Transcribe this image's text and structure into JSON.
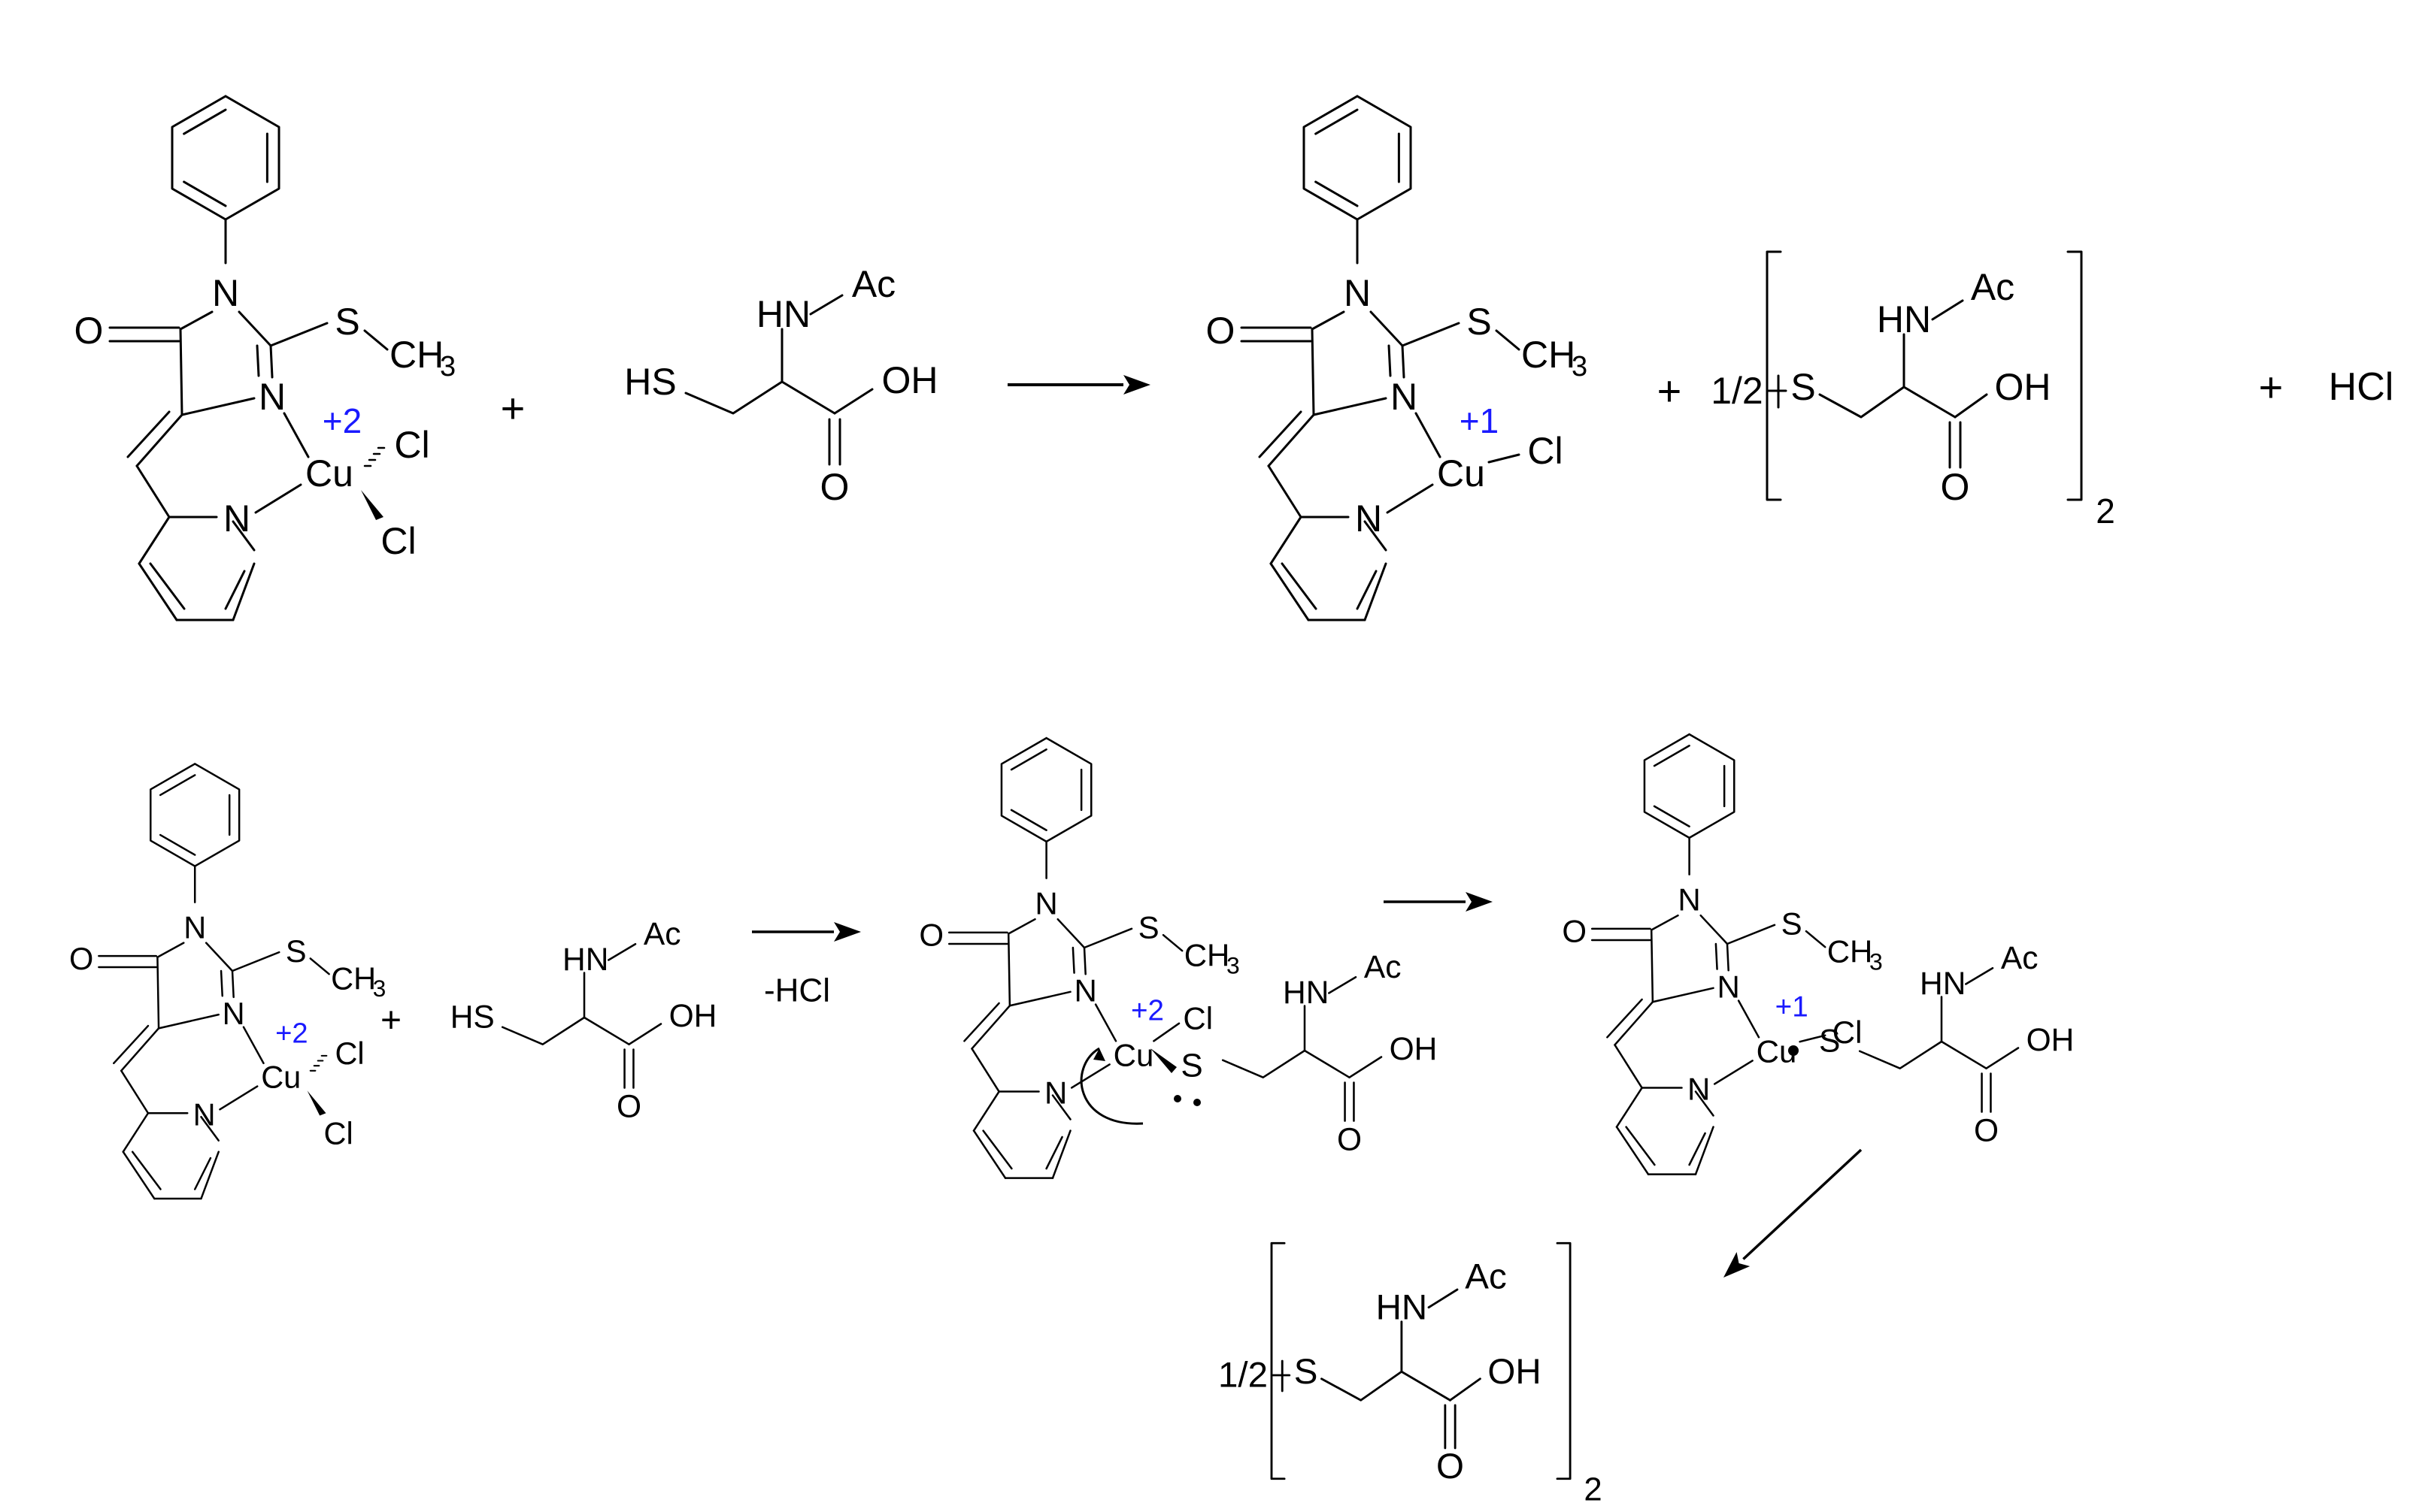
{
  "colors": {
    "ink": "#000000",
    "charge": "#1a1aff",
    "background": "#ffffff"
  },
  "text": {
    "O": "O",
    "N": "N",
    "S": "S",
    "SCH3_S": "S",
    "CH": "CH",
    "sub3": "3",
    "Cu": "Cu",
    "Cl": "Cl",
    "HS": "HS",
    "HN": "HN",
    "Ac": "Ac",
    "OH": "OH",
    "plus": "+",
    "half": "1/2",
    "two": "2",
    "HCl": "HCl",
    "charge2": "+2",
    "charge1": "+1",
    "minusHCl": "-HCl"
  }
}
